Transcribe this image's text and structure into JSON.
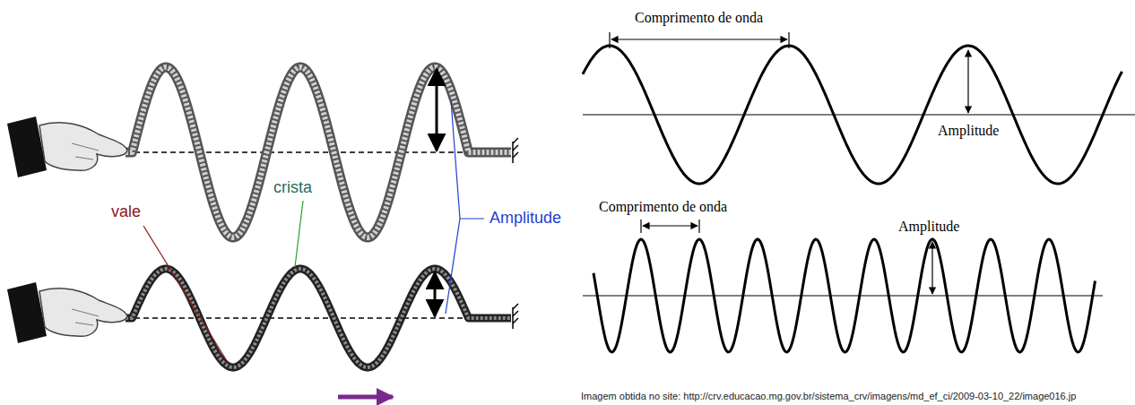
{
  "diagram": {
    "labels": [
      "vale",
      "crista",
      "Amplitude",
      "Comprimento de onda",
      "Amplitude",
      "Comprimento de onda",
      "Amplitude",
      "Imagem obtida no site: http://crv.educacao.mg.gov.br/sistema_crv/imagens/md_ef_ci/2009-03-10_22/image016.jp"
    ]
  }
}
